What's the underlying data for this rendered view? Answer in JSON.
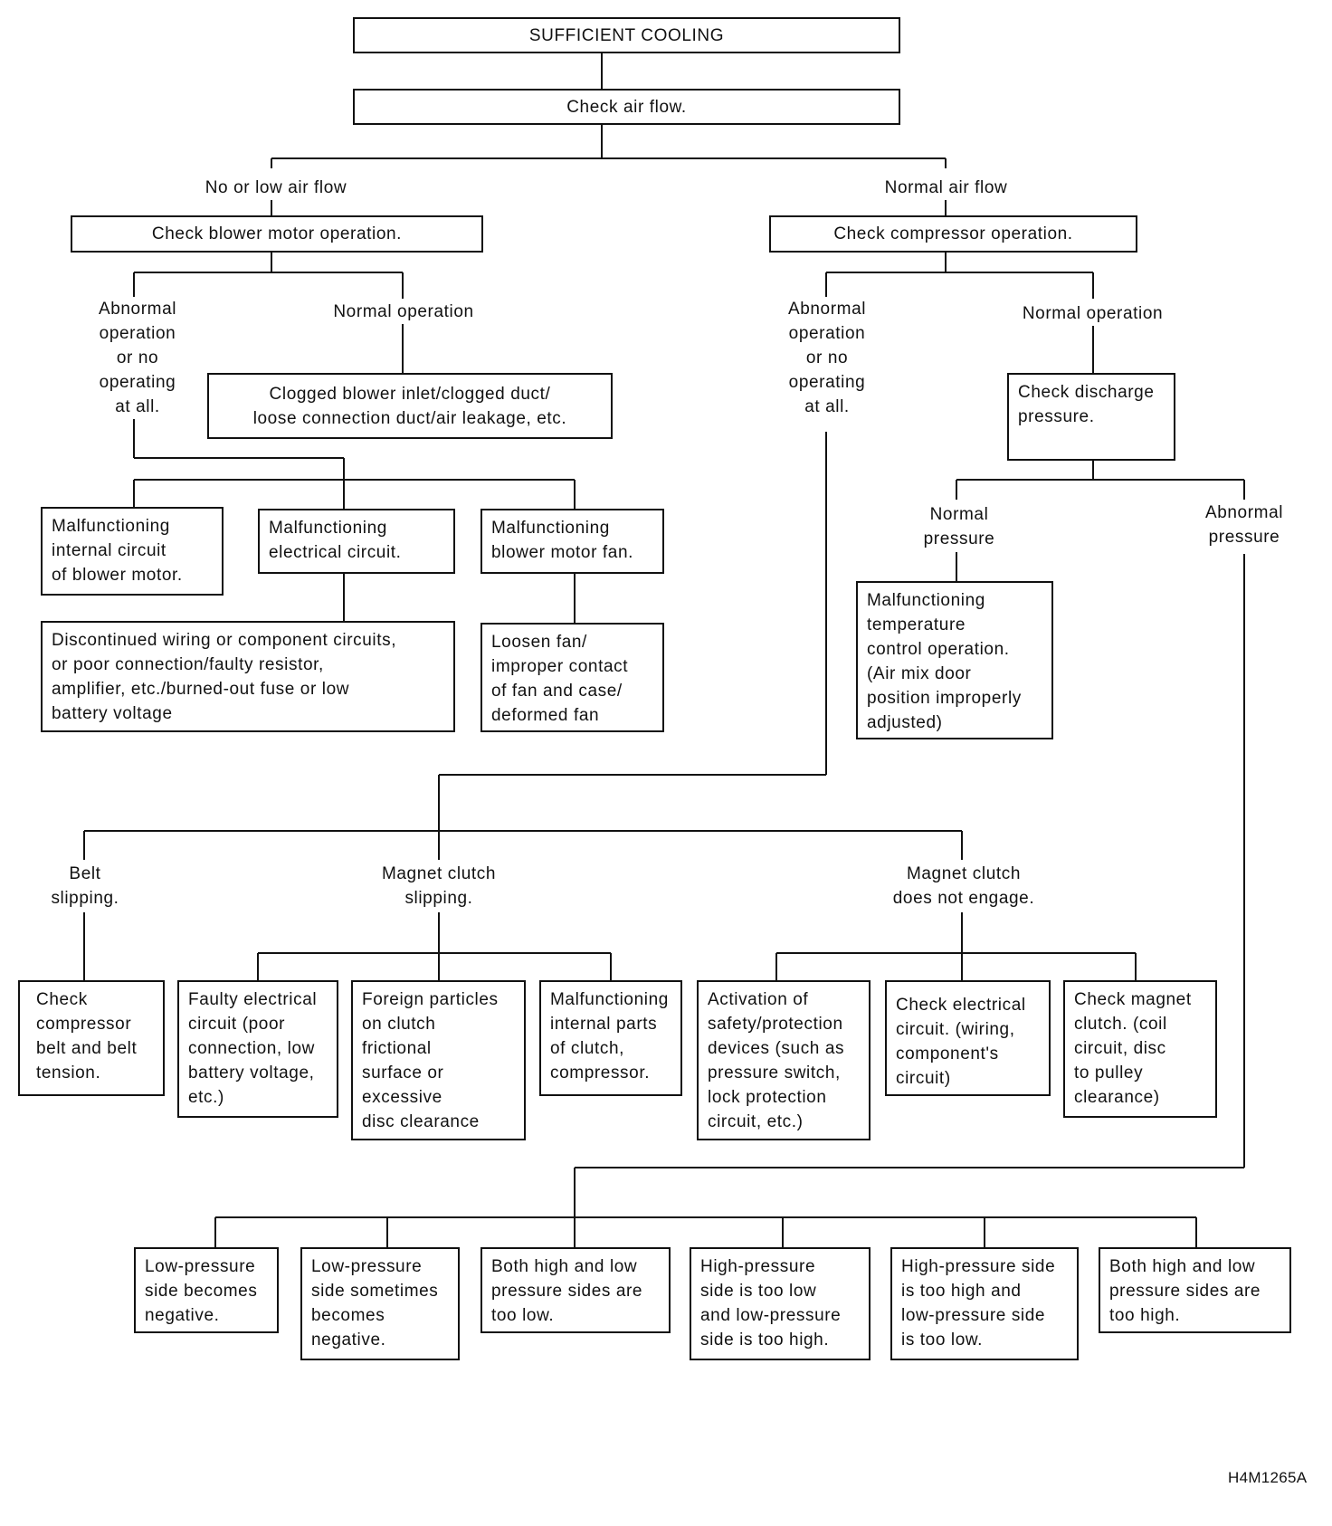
{
  "diagram": {
    "top": {
      "root": "SUFFICIENT COOLING",
      "check_air_flow": "Check air flow."
    },
    "air_flow_branches": {
      "low": "No or low air flow",
      "normal": "Normal air flow"
    },
    "blower": {
      "check": "Check blower motor operation.",
      "abnormal": "Abnormal\noperation\nor no\noperating\nat all.",
      "normal": "Normal operation",
      "clogged": "Clogged blower inlet/clogged duct/\nloose connection duct/air leakage, etc.",
      "internal_circuit": "Malfunctioning\ninternal circuit\nof blower motor.",
      "electrical_circuit": "Malfunctioning\nelectrical circuit.",
      "fan": "Malfunctioning\nblower motor fan.",
      "wiring": "Discontinued wiring or component circuits,\nor poor connection/faulty resistor,\namplifier, etc./burned-out fuse or low\nbattery voltage",
      "loosen_fan": "Loosen fan/\nimproper contact\nof fan and case/\ndeformed fan"
    },
    "compressor": {
      "check": "Check compressor operation.",
      "abnormal": "Abnormal\noperation\nor no\noperating\nat all.",
      "normal": "Normal operation",
      "check_discharge": "Check discharge\npressure.",
      "normal_pressure": "Normal\npressure",
      "abnormal_pressure": "Abnormal\npressure",
      "temp_control": "Malfunctioning\ntemperature\ncontrol operation.\n(Air mix door\nposition improperly\nadjusted)"
    },
    "clutch": {
      "belt_slipping": "Belt\nslipping.",
      "magnet_slipping": "Magnet clutch\nslipping.",
      "not_engage": "Magnet clutch\ndoes not engage.",
      "check_belt": "Check\ncompressor\nbelt and belt\ntension.",
      "faulty_electrical": "Faulty electrical\ncircuit (poor\nconnection, low\nbattery voltage,\netc.)",
      "foreign_particles": "Foreign particles\non clutch\nfrictional\nsurface or\nexcessive\ndisc clearance",
      "internal_parts": "Malfunctioning\ninternal parts\nof clutch,\ncompressor.",
      "activation": "Activation of\nsafety/protection\ndevices (such as\npressure switch,\nlock protection\ncircuit, etc.)",
      "check_electrical": "Check electrical\ncircuit. (wiring,\ncomponent's\ncircuit)",
      "check_magnet": "Check magnet\nclutch. (coil\ncircuit, disc\nto pulley\nclearance)"
    },
    "pressure": {
      "low_negative": "Low-pressure\nside becomes\nnegative.",
      "low_sometimes": "Low-pressure\nside sometimes\nbecomes\nnegative.",
      "both_low": "Both high and low\npressure sides are\ntoo low.",
      "high_low_low_high": "High-pressure\nside is too low\nand low-pressure\nside is too high.",
      "high_high_low_low": "High-pressure side\nis too high and\nlow-pressure side\nis too low.",
      "both_high": "Both high and low\npressure sides are\ntoo high."
    },
    "figure_code": "H4M1265A"
  }
}
